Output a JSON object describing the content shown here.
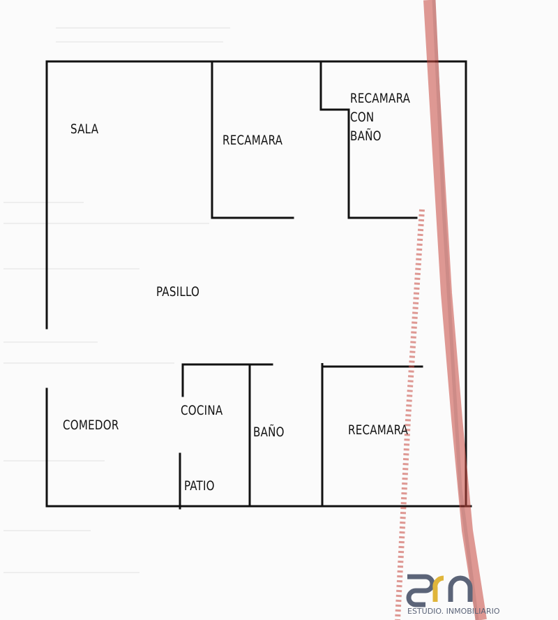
{
  "rooms": {
    "sala": "SALA",
    "recamara_1": "RECAMARA",
    "recamara_con_bano": [
      "RECAMARA",
      "CON",
      "BAÑO"
    ],
    "pasillo": "PASILLO",
    "comedor": "COMEDOR",
    "cocina": "COCINA",
    "patio": "PATIO",
    "bano": "BAÑO",
    "recamara_2": "RECAMARA"
  },
  "logo": {
    "text": "ESTUDIO. INMOBILIARIO",
    "colors": {
      "primary": "#5b6478",
      "accent": "#e0b53a"
    }
  },
  "colors": {
    "walls": "#111111",
    "scribble": "#c8483f"
  }
}
